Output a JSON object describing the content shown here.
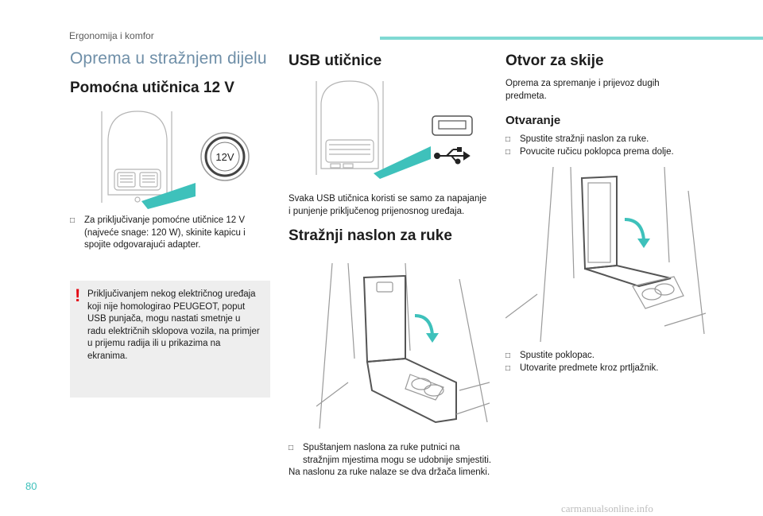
{
  "running_head": "Ergonomija i komfor",
  "page_number": "80",
  "watermark": "carmanualsonline.info",
  "col1": {
    "section_title": "Oprema u stražnjem dijelu",
    "title": "Pomoćna utičnica 12 V",
    "socket_label": "12V",
    "bullet": "Za priključivanje pomoćne utičnice 12 V (najveće snage: 120 W), skinite kapicu i spojite odgovarajući adapter.",
    "warning_mark": "!",
    "warning": "Priključivanjem nekog električnog uređaja koji nije homologirao PEUGEOT, poput USB punjača, mogu nastati smetnje u radu električnih sklopova vozila, na primjer u prijemu radija ili u prikazima na ekranima."
  },
  "col2": {
    "title": "USB utičnice",
    "usb_text": "Svaka USB utičnica koristi se samo za napajanje i punjenje priključenog prijenosnog uređaja.",
    "armrest_title": "Stražnji naslon za ruke",
    "bullet": "Spuštanjem naslona za ruke putnici na stražnjim mjestima mogu se udobnije smjestiti.",
    "note": "Na naslonu za ruke nalaze se dva držača limenki."
  },
  "col3": {
    "title": "Otvor za skije",
    "intro": "Oprema za spremanje i prijevoz dugih predmeta.",
    "sub_title": "Otvaranje",
    "bullets_open": [
      "Spustite stražnji naslon za ruke.",
      "Povucite ručicu poklopca prema dolje."
    ],
    "bullets_after": [
      "Spustite poklopac.",
      "Utovarite predmete kroz prtljažnik."
    ]
  },
  "colors": {
    "accent": "#3ec1bb",
    "head_bar": "#7fd9d3",
    "section_title": "#6f8fa8",
    "warning": "#e30613",
    "box": "#eeeeee"
  }
}
